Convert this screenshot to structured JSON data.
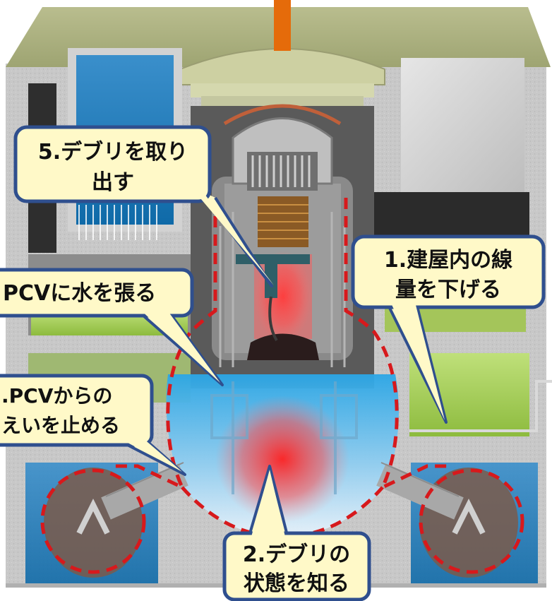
{
  "callouts": {
    "step1": {
      "line1": "1.建屋内の線",
      "line2": "量を下げる"
    },
    "step2": {
      "line1": "2.デブリの",
      "line2": "状態を知る"
    },
    "step3": {
      "line1": ".PCVからの",
      "line2": "えいを止める"
    },
    "step4": {
      "line1": "PCVに水を張る"
    },
    "step5": {
      "line1": "5.デブリを取り",
      "line2": "出す"
    }
  },
  "colors": {
    "callout_fill": "#fff9c8",
    "callout_border": "#2f4f8e",
    "dashed_boundary": "#d7191c",
    "water": "#4fb4e8",
    "debris_glow": "#ff2a2a",
    "green_floor": "#a6c95a",
    "concrete": "#c9c9c9",
    "vent_pipe": "#ff7a00"
  },
  "icons": {
    "vent_stack": "orange-vent-pipe",
    "reactor": "reactor-pressure-vessel",
    "robot_arm": "retrieval-robot-arm"
  }
}
